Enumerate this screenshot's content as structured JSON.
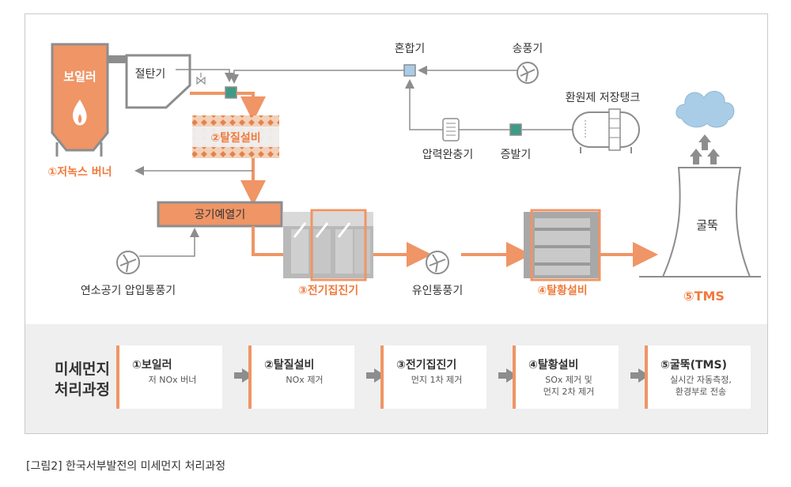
{
  "diagram": {
    "boiler": "보일러",
    "cutter": "절탄기",
    "low_nox_burner": "①저녹스 버너",
    "denitration": "②탈질설비",
    "air_preheater": "공기예열기",
    "forced_draft_fan": "연소공기 압입통풍기",
    "esp": "③전기집진기",
    "induced_draft_fan": "유인통풍기",
    "fgd": "④탈황설비",
    "tms": "⑤TMS",
    "stack": "굴뚝",
    "mixer": "혼합기",
    "blower": "송풍기",
    "reductant_tank": "환원제 저장탱크",
    "pressure_buffer": "압력완충기",
    "evaporator": "증발기"
  },
  "process": {
    "title_line1": "미세먼지",
    "title_line2": "처리과정",
    "steps": [
      {
        "title": "①보일러",
        "desc1": "저 NOx 버너",
        "desc2": ""
      },
      {
        "title": "②탈질설비",
        "desc1": "NOx 제거",
        "desc2": ""
      },
      {
        "title": "③전기집진기",
        "desc1": "먼지 1차 제거",
        "desc2": ""
      },
      {
        "title": "④탈황설비",
        "desc1": "SOx 제거 및",
        "desc2": "먼지 2차 제거"
      },
      {
        "title": "⑤굴뚝(TMS)",
        "desc1": "실시간 자동측정,",
        "desc2": "환경부로 전송"
      }
    ]
  },
  "caption": "[그림2] 한국서부발전의 미세먼지 처리과정",
  "colors": {
    "accent": "#ef9566",
    "accent_text": "#f07a3c",
    "gray": "#8d8d8d",
    "teal": "#3f9a86",
    "light_blue": "#a9cde6"
  }
}
